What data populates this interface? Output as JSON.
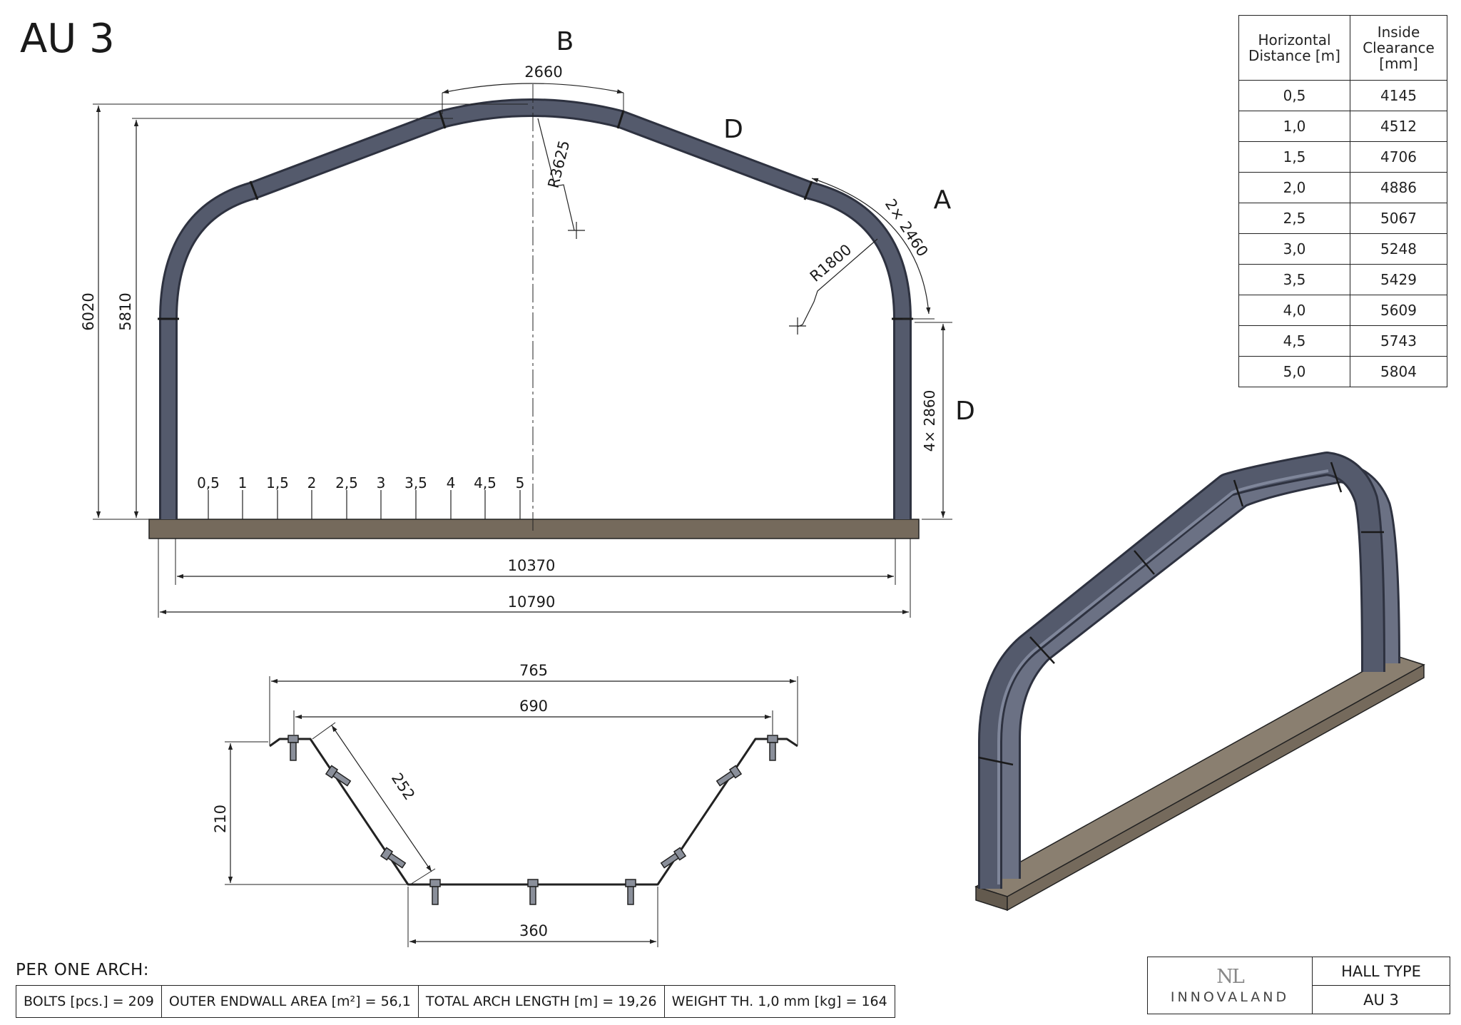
{
  "drawing_title": "AU 3",
  "front_view": {
    "labels": {
      "top": "B",
      "roof_side": "D",
      "corner": "A",
      "wall_side": "D"
    },
    "dims": {
      "top_arc": "2660",
      "top_radius": "R3625",
      "corner_arc": "2× 2460",
      "corner_radius": "R1800",
      "wall_height": "4× 2860",
      "overall_height": "6020",
      "inner_height": "5810",
      "inner_width": "10370",
      "outer_width": "10790"
    },
    "distance_markers": [
      "0,5",
      "1",
      "1,5",
      "2",
      "2,5",
      "3",
      "3,5",
      "4",
      "4,5",
      "5"
    ]
  },
  "section_view": {
    "dims": {
      "top_outer": "765",
      "top_inner": "690",
      "slope": "252",
      "depth": "210",
      "bottom": "360"
    }
  },
  "clearance_table": {
    "headers": [
      "Horizontal Distance [m]",
      "Inside Clearance [mm]"
    ],
    "rows": [
      [
        "0,5",
        "4145"
      ],
      [
        "1,0",
        "4512"
      ],
      [
        "1,5",
        "4706"
      ],
      [
        "2,0",
        "4886"
      ],
      [
        "2,5",
        "5067"
      ],
      [
        "3,0",
        "5248"
      ],
      [
        "3,5",
        "5429"
      ],
      [
        "4,0",
        "5609"
      ],
      [
        "4,5",
        "5743"
      ],
      [
        "5,0",
        "5804"
      ]
    ]
  },
  "summary": {
    "title": "PER ONE ARCH:",
    "items": [
      "BOLTS [pcs.] = 209",
      "OUTER ENDWALL AREA [m²] = 56,1",
      "TOTAL ARCH LENGTH [m] = 19,26",
      "WEIGHT TH. 1,0 mm [kg] = 164"
    ]
  },
  "title_block": {
    "logo_mark": "NL",
    "company": "INNOVALAND",
    "hall_type_label": "HALL TYPE",
    "hall_type_value": "AU 3"
  },
  "colors": {
    "arch_steel": "#545a6c",
    "arch_edge": "#2e3240",
    "arch_top_face": "#7f869a",
    "base": "#756a5c",
    "base_top": "#8a7f70",
    "line": "#222222"
  }
}
